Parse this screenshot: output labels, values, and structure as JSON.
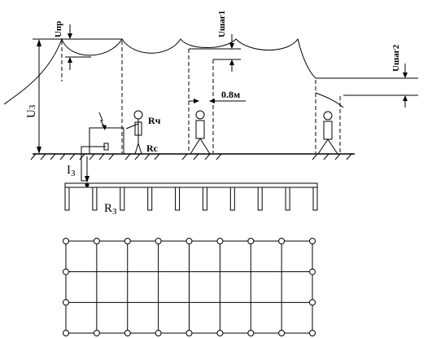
{
  "labels": {
    "u_touch": "Uпр",
    "u_step1": "Uшаг1",
    "u_step2": "Uшаг2",
    "u_ground": "U",
    "u_ground_sub": "З",
    "r_human": "Rч",
    "r_footing": "Rс",
    "i_ground": "I",
    "i_ground_sub": "З",
    "r_ground": "R",
    "r_ground_sub": "З",
    "step_distance": "0.8м"
  },
  "ground_electrode": {
    "vertical_rods": 10
  },
  "ground_grid": {
    "columns": 9,
    "rows": 4
  }
}
